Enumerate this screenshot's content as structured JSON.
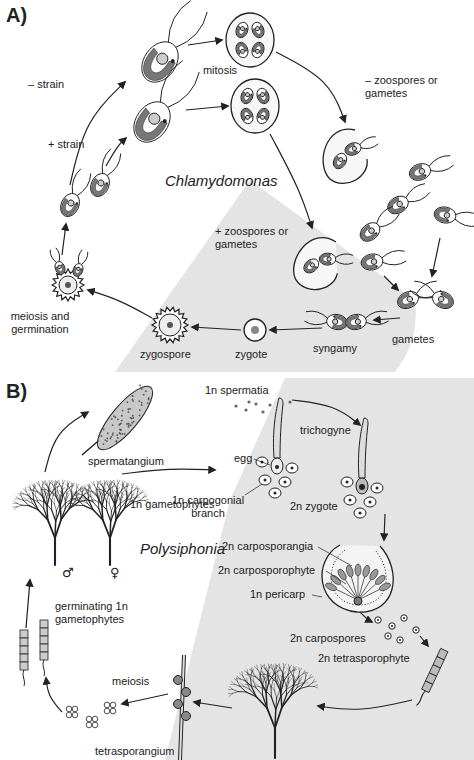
{
  "diagram": {
    "labels": [
      "A)",
      "mitosis",
      "– zoospores or gametes",
      "– strain",
      "+ strain",
      "Chlamydomonas",
      "+ zoospores or gametes",
      "gametes",
      "syngamy",
      "zygote",
      "zygospore",
      "meiosis and germination",
      "B)",
      "1n spermatia",
      "trichogyne",
      "spermatangium",
      "egg",
      "1n carpogonial branch",
      "2n zygote",
      "1n gametophytes",
      "♂",
      "♀",
      "Polysiphonia",
      "2n carposporangia",
      "2n carposporophyte",
      "1n pericarp",
      "2n carpospores",
      "2n tetrasporophyte",
      "germinating 1n gametophytes",
      "meiosis",
      "tetrasporangium"
    ]
  }
}
